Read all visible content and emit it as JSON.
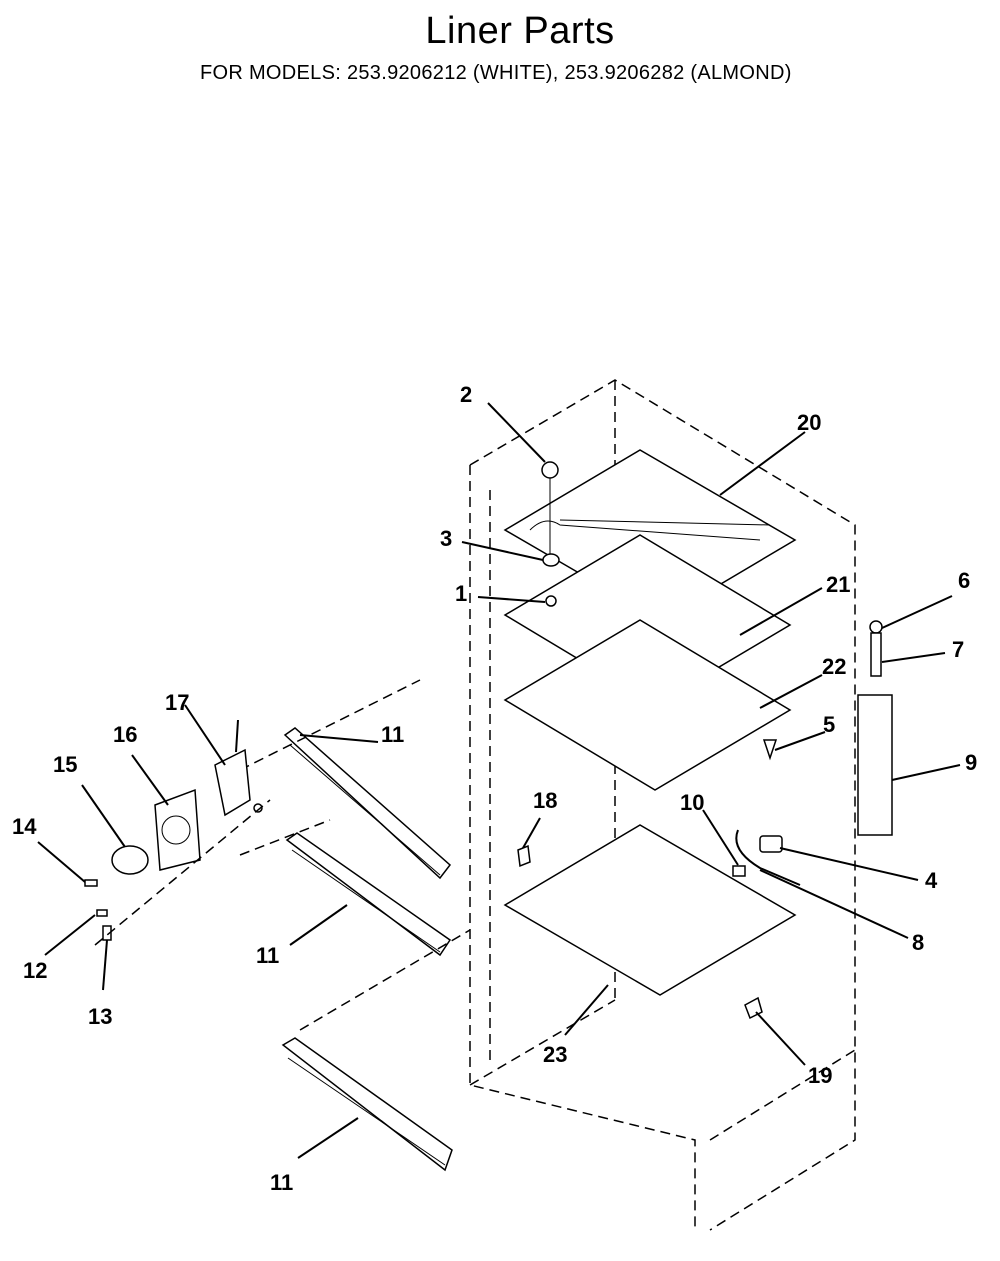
{
  "header": {
    "title": "Liner Parts",
    "subtitle": "FOR MODELS:  253.9206212 (WHITE), 253.9206282 (ALMOND)"
  },
  "callouts": {
    "c1": "1",
    "c2": "2",
    "c3": "3",
    "c4": "4",
    "c5": "5",
    "c6": "6",
    "c7": "7",
    "c8": "8",
    "c9": "9",
    "c10": "10",
    "c11a": "11",
    "c11b": "11",
    "c11c": "11",
    "c12": "12",
    "c13": "13",
    "c14": "14",
    "c15": "15",
    "c16": "16",
    "c17": "17",
    "c18": "18",
    "c19": "19",
    "c20": "20",
    "c21": "21",
    "c22": "22",
    "c23": "23"
  }
}
